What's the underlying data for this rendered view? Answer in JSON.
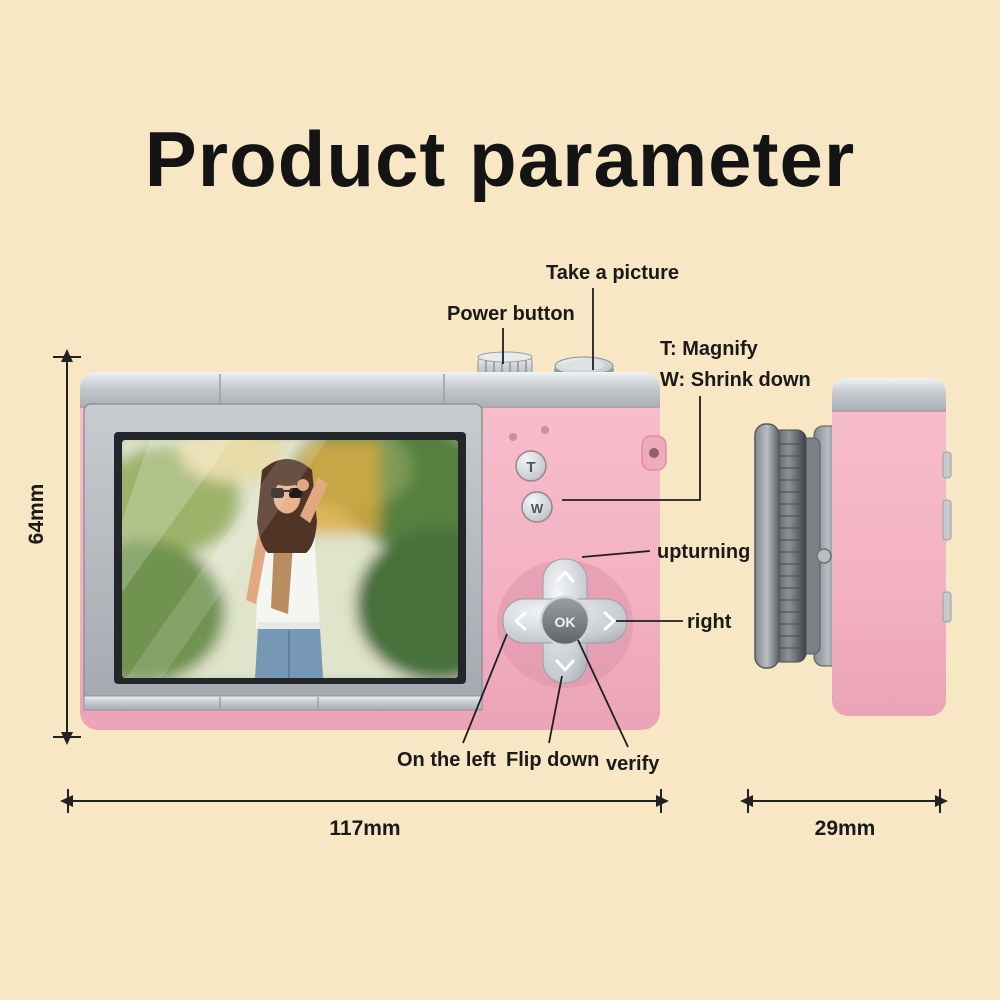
{
  "page": {
    "title": "Product parameter"
  },
  "annotations": {
    "take_picture": "Take a picture",
    "power_button": "Power button",
    "zoom_in": "T: Magnify",
    "zoom_out": "W: Shrink down",
    "up": "upturning",
    "right": "right",
    "left": "On the left",
    "down": "Flip down",
    "ok": "verify"
  },
  "dimensions": {
    "height": "64mm",
    "width": "117mm",
    "depth": "29mm"
  },
  "camera_buttons": {
    "tele": "T",
    "wide": "W",
    "ok": "OK"
  },
  "colors": {
    "background": "#f7e7c4",
    "body_pink": "#f4b9c8",
    "silver": "#c6cbd0",
    "line": "#1f1f1f"
  }
}
